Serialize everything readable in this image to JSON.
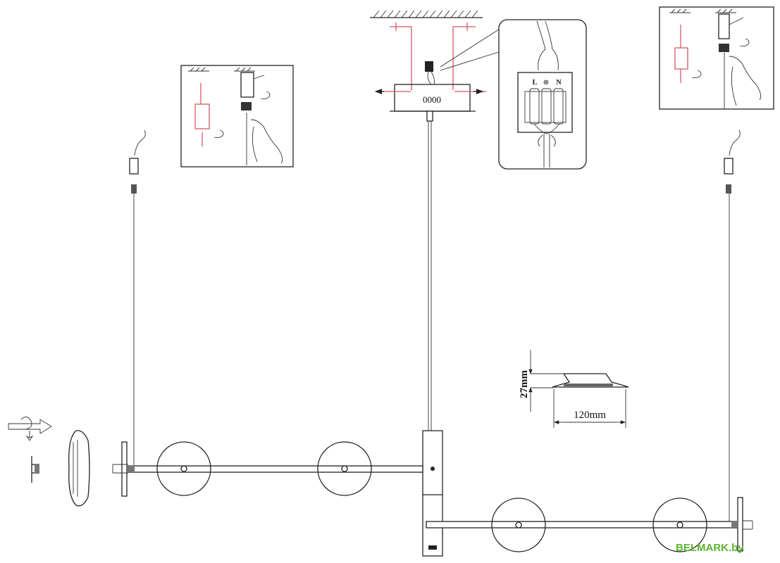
{
  "canopy": {
    "label": "0000"
  },
  "terminal": {
    "labels": [
      "L",
      "⊕",
      "N"
    ]
  },
  "dimensions": {
    "height": "27mm",
    "width": "120mm"
  },
  "watermark": {
    "text": "BELMARK.by",
    "color": "#5cb531"
  },
  "colors": {
    "line": "#222222",
    "bracket": "#d9585f"
  }
}
